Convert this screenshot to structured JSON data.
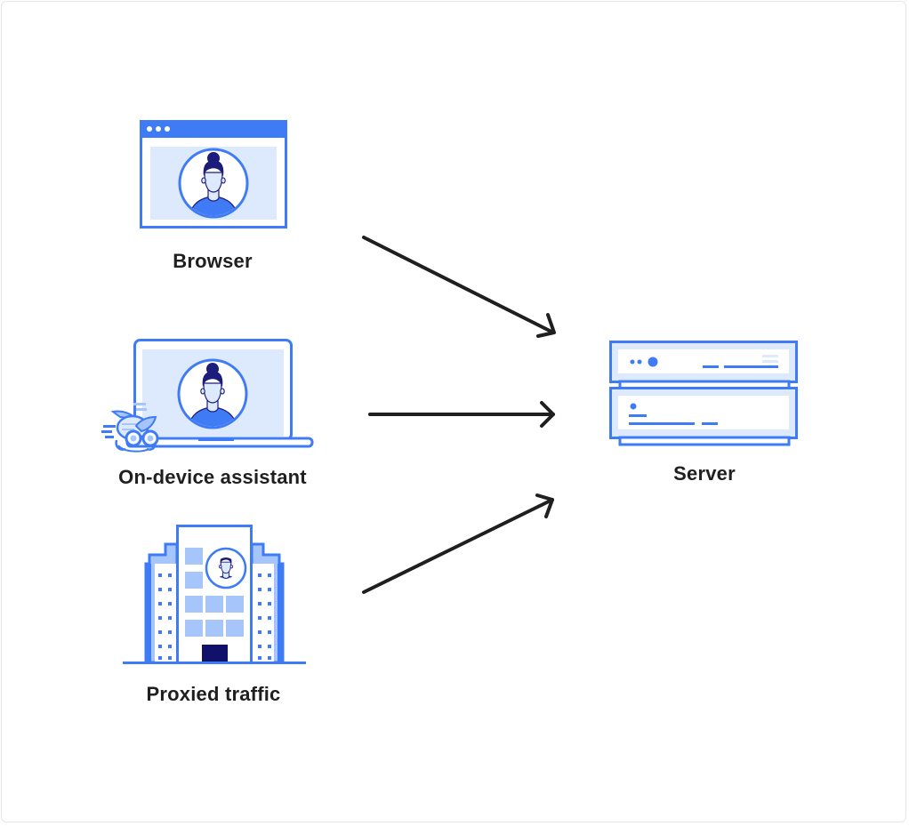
{
  "diagram": {
    "sources": [
      {
        "id": "browser",
        "label": "Browser",
        "icon": "browser-window-icon"
      },
      {
        "id": "assistant",
        "label": "On-device assistant",
        "icon": "laptop-with-assistant-icon"
      },
      {
        "id": "proxy",
        "label": "Proxied traffic",
        "icon": "office-building-icon"
      }
    ],
    "target": {
      "id": "server",
      "label": "Server",
      "icon": "server-rack-icon"
    },
    "edges": [
      {
        "from": "browser",
        "to": "server"
      },
      {
        "from": "assistant",
        "to": "server"
      },
      {
        "from": "proxy",
        "to": "server"
      }
    ],
    "colors": {
      "primary_blue": "#3f7bf5",
      "light_blue": "#dde9fd",
      "mid_blue": "#a6c5fb",
      "navy": "#1c1c7a",
      "arrow": "#1f1f1f",
      "label_text": "#1f1f1f"
    }
  }
}
